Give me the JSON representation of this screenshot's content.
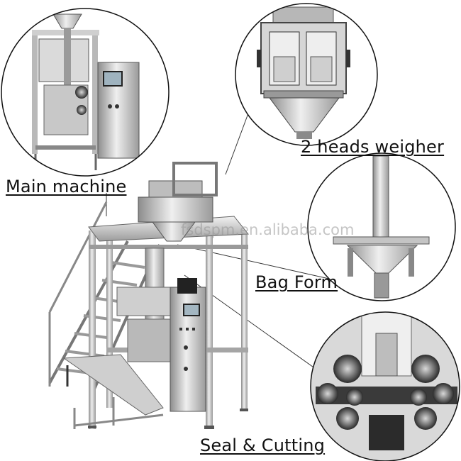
{
  "labels": {
    "main_machine": "Main machine",
    "weigher": "2 heads weigher",
    "bag_form": "Bag Form",
    "seal_cutting": "Seal & Cutting"
  },
  "watermark": "fsdspm.en.alibaba.com",
  "colors": {
    "metal_light": "#e2e2e2",
    "metal_mid": "#a9a9a9",
    "metal_dark": "#4a4a4a",
    "circle_outline": "#111111"
  }
}
